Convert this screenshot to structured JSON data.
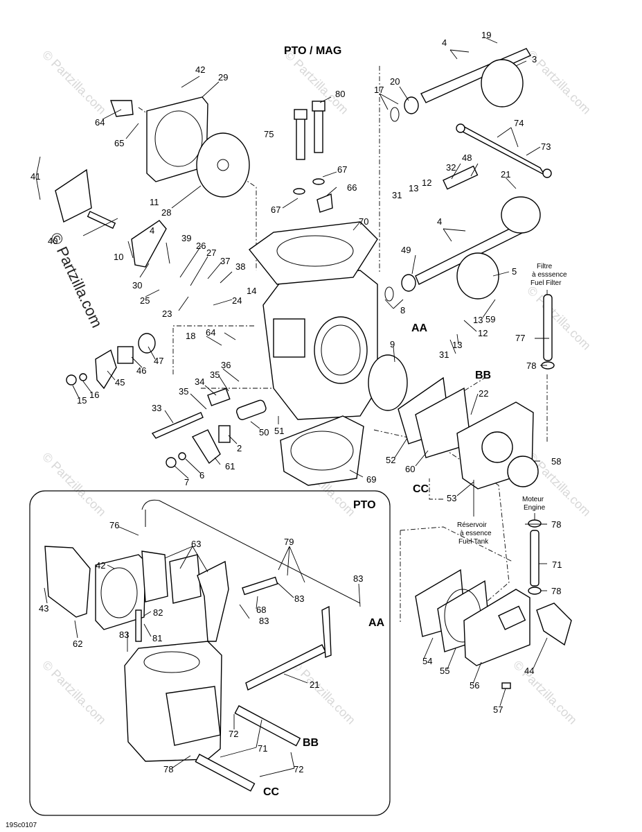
{
  "headings": {
    "pto_mag": "PTO / MAG",
    "pto": "PTO"
  },
  "connectors": {
    "aa": "AA",
    "bb": "BB",
    "cc": "CC"
  },
  "notes": {
    "fuel_filter_fr": "Filtre",
    "fuel_filter_fr2": "à esssence",
    "fuel_filter_en": "Fuel Filter",
    "engine_fr": "Moteur",
    "engine_en": "Engine",
    "tank_fr": "Réservoir",
    "tank_fr2": "à essence",
    "tank_en": "Fuel Tank"
  },
  "diagram_code": "19Sc0107",
  "watermark": {
    "side": "© Partzilla.com",
    "tile": "© Partzilla.com"
  },
  "callouts": {
    "c19": "19",
    "c4a": "4",
    "c3": "3",
    "c42a": "42",
    "c29": "29",
    "c20": "20",
    "c17": "17",
    "c80": "80",
    "c64a": "64",
    "c65": "65",
    "c75": "75",
    "c74": "74",
    "c73": "73",
    "c41": "41",
    "c28": "28",
    "c67a": "67",
    "c66": "66",
    "c48": "48",
    "c32": "32",
    "c31a": "31",
    "c13a": "13",
    "c12a": "12",
    "c21a": "21",
    "c67b": "67",
    "c11": "11",
    "c70": "70",
    "c4b": "4",
    "c4c": "4",
    "c40": "40",
    "c39": "39",
    "c26": "26",
    "c10": "10",
    "c27": "27",
    "c37": "37",
    "c38": "38",
    "c49": "49",
    "c5": "5",
    "c30": "30",
    "c14": "14",
    "c25": "25",
    "c24": "24",
    "c8": "8",
    "c59": "59",
    "c23": "23",
    "c13b": "13",
    "c12b": "12",
    "c77": "77",
    "c18": "18",
    "c64b": "64",
    "c13c": "13",
    "c31b": "31",
    "c9": "9",
    "c47": "47",
    "c46": "46",
    "c36": "36",
    "c78a": "78",
    "c45": "45",
    "c35a": "35",
    "c15": "15",
    "c16": "16",
    "c34": "34",
    "c35b": "35",
    "c22": "22",
    "c33": "33",
    "c50": "50",
    "c51": "51",
    "c2": "2",
    "c52": "52",
    "c60": "60",
    "c58": "58",
    "c6": "6",
    "c61": "61",
    "c7": "7",
    "c69": "69",
    "c53": "53",
    "c76": "76",
    "c78b": "78",
    "c63": "63",
    "c79": "79",
    "c42b": "42",
    "c83a": "83",
    "c83b": "83",
    "c71a": "71",
    "c43": "43",
    "c82": "82",
    "c68": "68",
    "c83c": "83",
    "c78c": "78",
    "c83d": "83",
    "c81": "81",
    "c62": "62",
    "c54": "54",
    "c55": "55",
    "c44": "44",
    "c21b": "21",
    "c56": "56",
    "c57": "57",
    "c72a": "72",
    "c71b": "71",
    "c78d": "78",
    "c72b": "72"
  }
}
